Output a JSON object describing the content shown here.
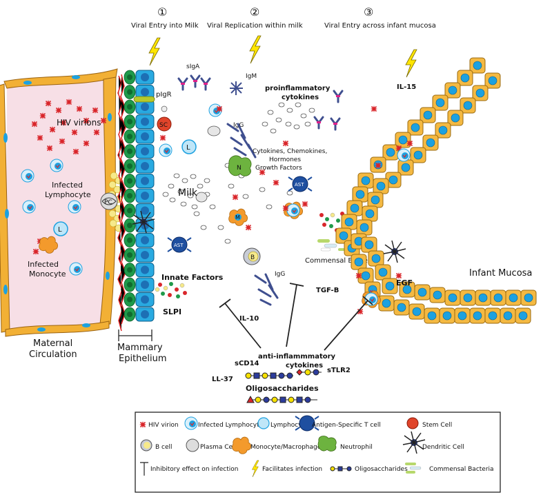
{
  "steps": [
    {
      "number": "①",
      "label": "Viral Entry into Milk"
    },
    {
      "number": "②",
      "label": "Viral Replication within milk"
    },
    {
      "number": "③",
      "label": "Viral Entry across infant mucosa"
    }
  ],
  "regions": {
    "maternal_circulation": [
      "Maternal",
      "Circulation"
    ],
    "mammary_epithelium": [
      "Mammary",
      "Epithelium"
    ],
    "infant_mucosa": "Infant Mucosa",
    "milk": "Milk"
  },
  "labels": {
    "hiv_virions": "HIV virions",
    "infected_lymphocyte": [
      "Infected",
      "Lymphocyte"
    ],
    "infected_monocyte": [
      "Infected",
      "Monocyte"
    ],
    "pigr": "pIgR",
    "siga": "sIgA",
    "igm": "IgM",
    "igg_top": "IgG",
    "igg_bottom": "IgG",
    "proinflammatory": [
      "proinflammatory",
      "cytokines"
    ],
    "cytokines": [
      "Cytokines, Chemokines,",
      "Hormones",
      "Growth Factors"
    ],
    "innate_factors": "Innate Factors",
    "slpi": "SLPI",
    "il10": "IL-10",
    "tgfb": "TGF-B",
    "commensal_bacteria": "Commensal Bacteria",
    "egf": "EGF",
    "il15": "IL-15",
    "anti_inflammatory": [
      "anti-inflammmatory",
      "cytokines"
    ],
    "scd14": "sCD14",
    "ll37": "LL-37",
    "stlr2": "sTLR2",
    "oligosaccharides": "Oligosaccharides"
  },
  "cell_letters": {
    "lymphocyte": "L",
    "stem_cell": "SC",
    "plasma_cell": "PC",
    "monocyte": "M",
    "neutrophil": "N",
    "b_cell": "B",
    "ast": "AST"
  },
  "legend": {
    "row1": [
      "HIV virion",
      "Infected Lymphocyte",
      "Lymphocyte",
      "Antigen-Specific T cell",
      "Stem Cell"
    ],
    "row2": [
      "B cell",
      "Plasma Cell",
      "Monocyte/Macrophage",
      "Neutrophil",
      "Dendritic Cell"
    ],
    "row3": [
      "Inhibitory effect on infection",
      "Facilitates infection",
      "Oligosaccharides",
      "Commensal Bacteria"
    ]
  },
  "colors": {
    "plasma": "#f7dfe6",
    "vessel_wall": "#f2b035",
    "epithelium": "#29aae1",
    "epithelium_green": "#1f9a4a",
    "mucosa_cell": "#f4b942",
    "nucleus": "#1da1e0",
    "virion": "#d9262b",
    "lightning": "#ffe600",
    "monocyte": "#f39a2c",
    "neutrophil": "#6db33f"
  }
}
